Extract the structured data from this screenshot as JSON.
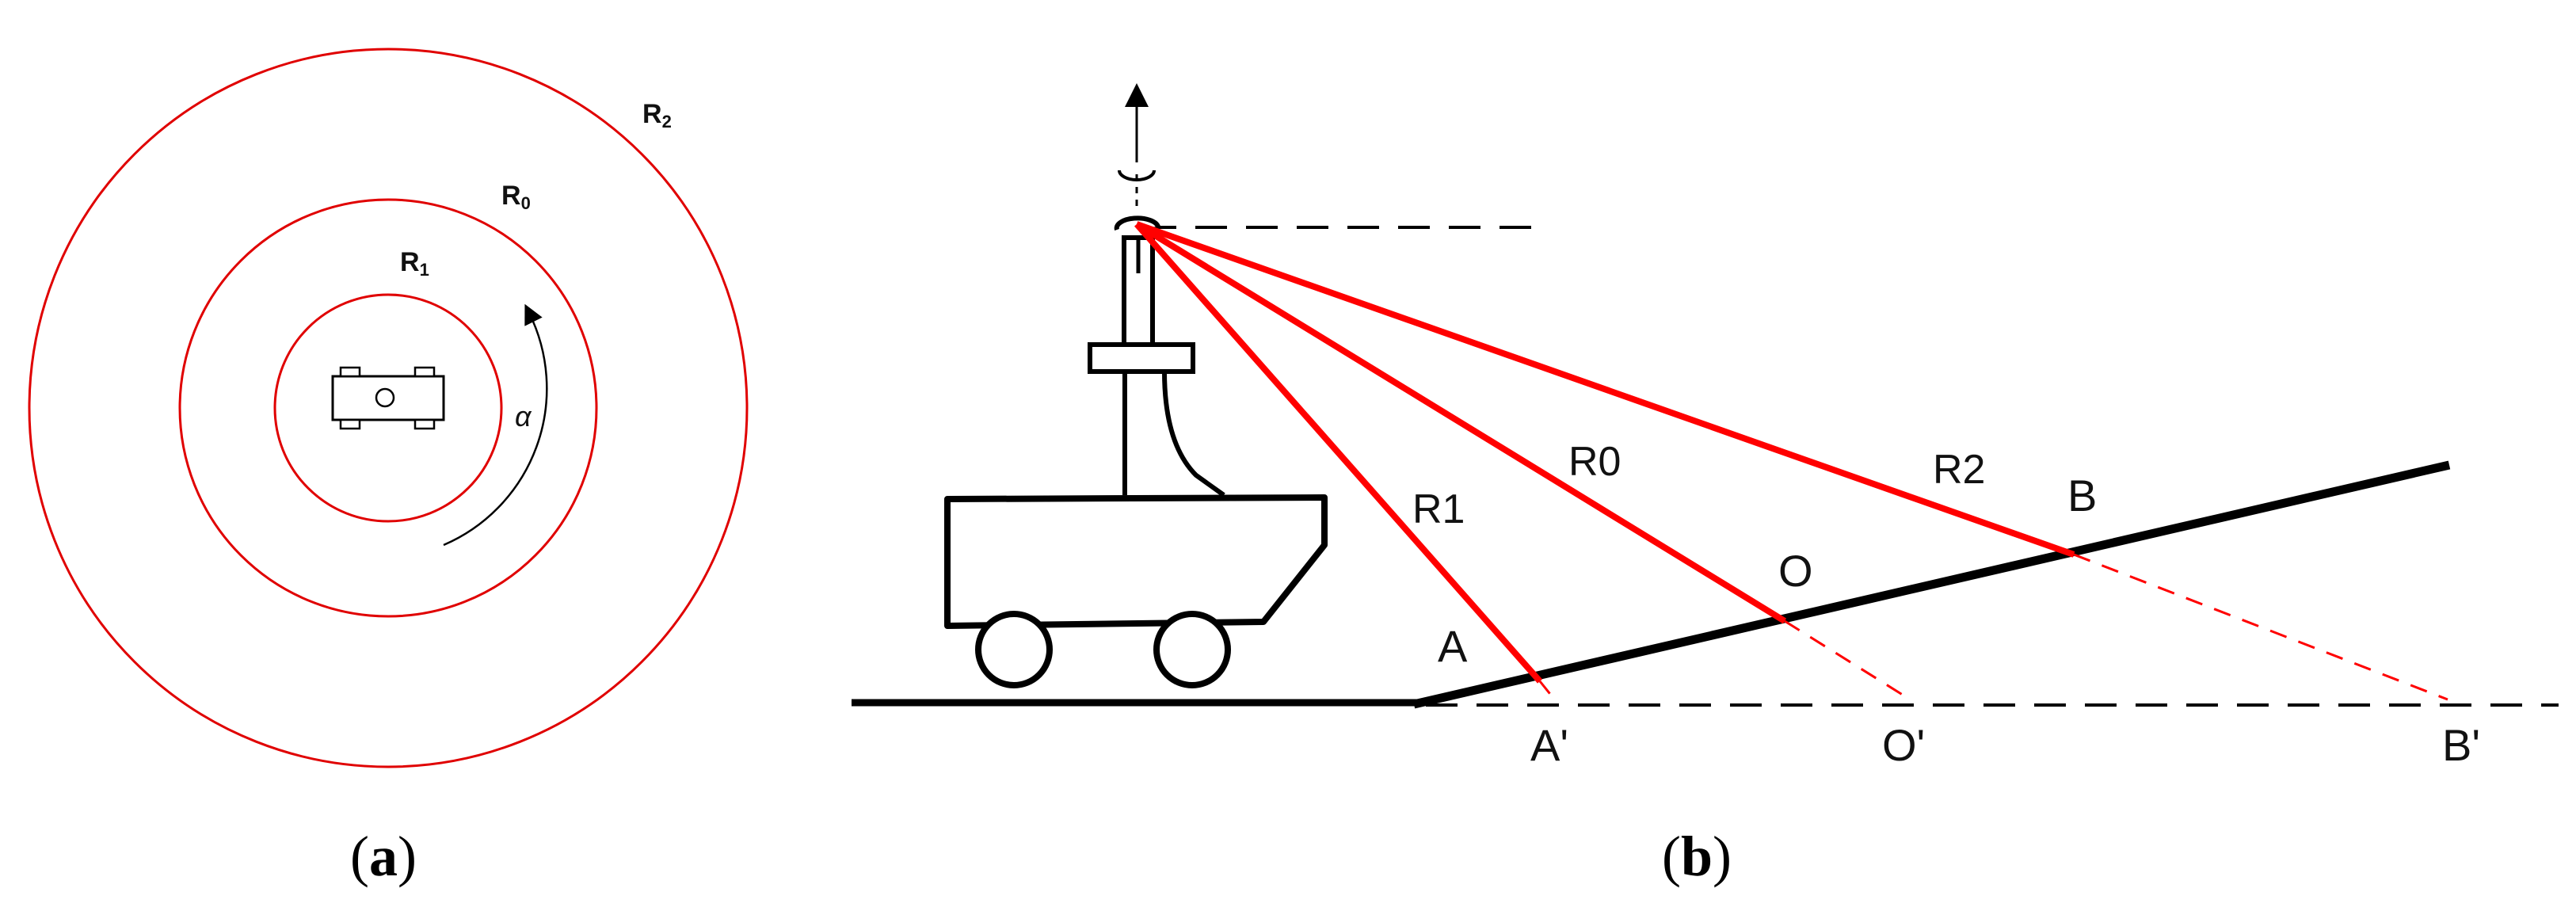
{
  "panel_a": {
    "rings": [
      {
        "name": "R1",
        "main": "R",
        "sub": "1"
      },
      {
        "name": "R0",
        "main": "R",
        "sub": "0"
      },
      {
        "name": "R2",
        "main": "R",
        "sub": "2"
      }
    ],
    "angle_label": "α",
    "caption": {
      "open": "(",
      "letter": "a",
      "close": ")"
    }
  },
  "panel_b": {
    "beam_labels": {
      "r1": "R1",
      "r0": "R0",
      "r2": "R2"
    },
    "point_labels": {
      "a": "A",
      "o": "O",
      "b": "B"
    },
    "projection_labels": {
      "a_prime": "A'",
      "o_prime": "O'",
      "b_prime": "B'"
    },
    "caption": {
      "open": "(",
      "letter": "b",
      "close": ")"
    }
  },
  "colors": {
    "beam": "#ff0000",
    "ring": "#e00000",
    "ink": "#000000"
  }
}
